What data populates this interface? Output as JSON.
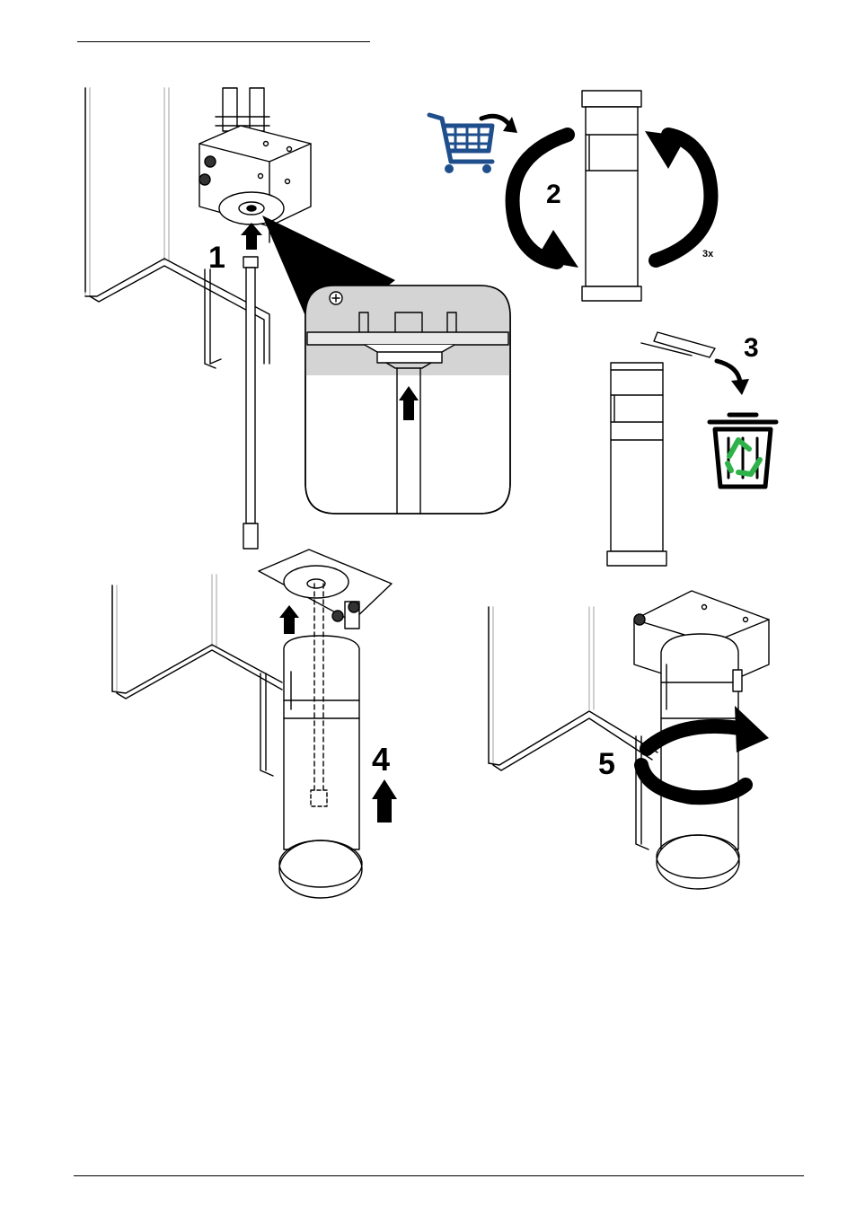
{
  "steps": {
    "step1": "1",
    "step2": "2",
    "step3": "3",
    "step4": "4",
    "step5": "5"
  },
  "rotation_count": "3x",
  "icons": {
    "cart": "shopping-cart-icon",
    "recycle": "recycle-bin-icon"
  },
  "colors": {
    "cart_blue": "#1f4e8c",
    "recycle_green": "#2eb24a",
    "callout_gray": "#d4d4d4"
  }
}
